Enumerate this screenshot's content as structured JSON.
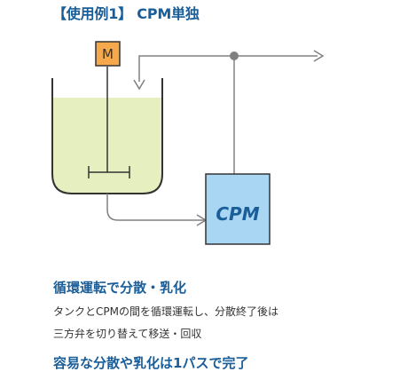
{
  "title": "【使用例1】 CPM単独",
  "diagram": {
    "motor_label": "M",
    "unit_label": "CPM",
    "colors": {
      "liquid": "#e6efbf",
      "motor_fill": "#f5a94a",
      "unit_fill": "#a9d6f3",
      "unit_text": "#1a5e99",
      "pipe": "#808080",
      "line": "#333333",
      "heading": "#1a5e99"
    }
  },
  "caption": {
    "heading": "循環運転で分散・乳化",
    "lines": [
      "タンクとCPMの間を循環運転し、分散終了後は",
      "三方弁を切り替えて移送・回収"
    ],
    "footer": "容易な分散や乳化は1パスで完了"
  }
}
